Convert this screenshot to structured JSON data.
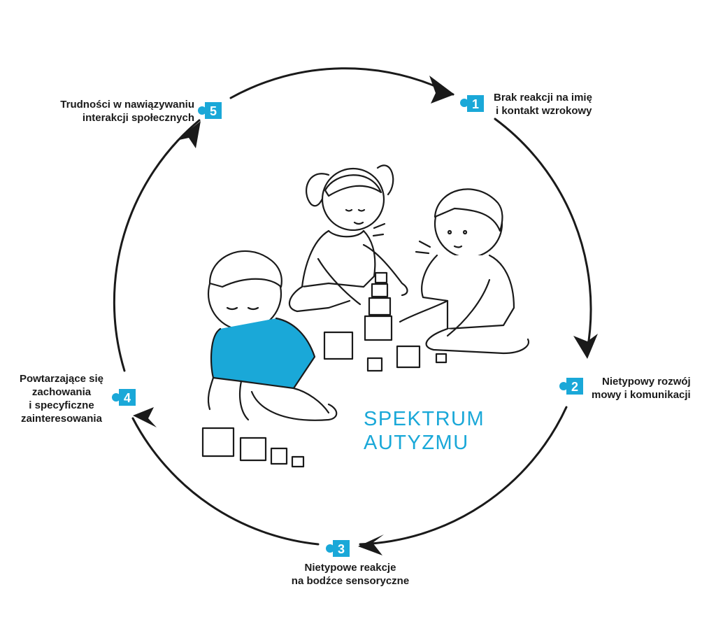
{
  "colors": {
    "accent": "#1aa8d8",
    "ink": "#1a1a1a",
    "background": "#ffffff"
  },
  "center_title": {
    "line1": "SPEKTRUM",
    "line2": "AUTYZMU"
  },
  "steps": [
    {
      "number": "1",
      "lines": [
        "Brak reakcji na imię",
        "i kontakt wzrokowy"
      ]
    },
    {
      "number": "2",
      "lines": [
        "Nietypowy rozwój",
        "mowy i komunikacji"
      ]
    },
    {
      "number": "3",
      "lines": [
        "Nietypowe reakcje",
        "na bodźce sensoryczne"
      ]
    },
    {
      "number": "4",
      "lines": [
        "Powtarzające się",
        "zachowania",
        "i specyficzne",
        "zainteresowania"
      ]
    },
    {
      "number": "5",
      "lines": [
        "Trudności w nawiązywaniu",
        "interakcji społecznych"
      ]
    }
  ],
  "illustration": {
    "subject": "three children playing with blocks",
    "highlight_color": "#1aa8d8"
  }
}
